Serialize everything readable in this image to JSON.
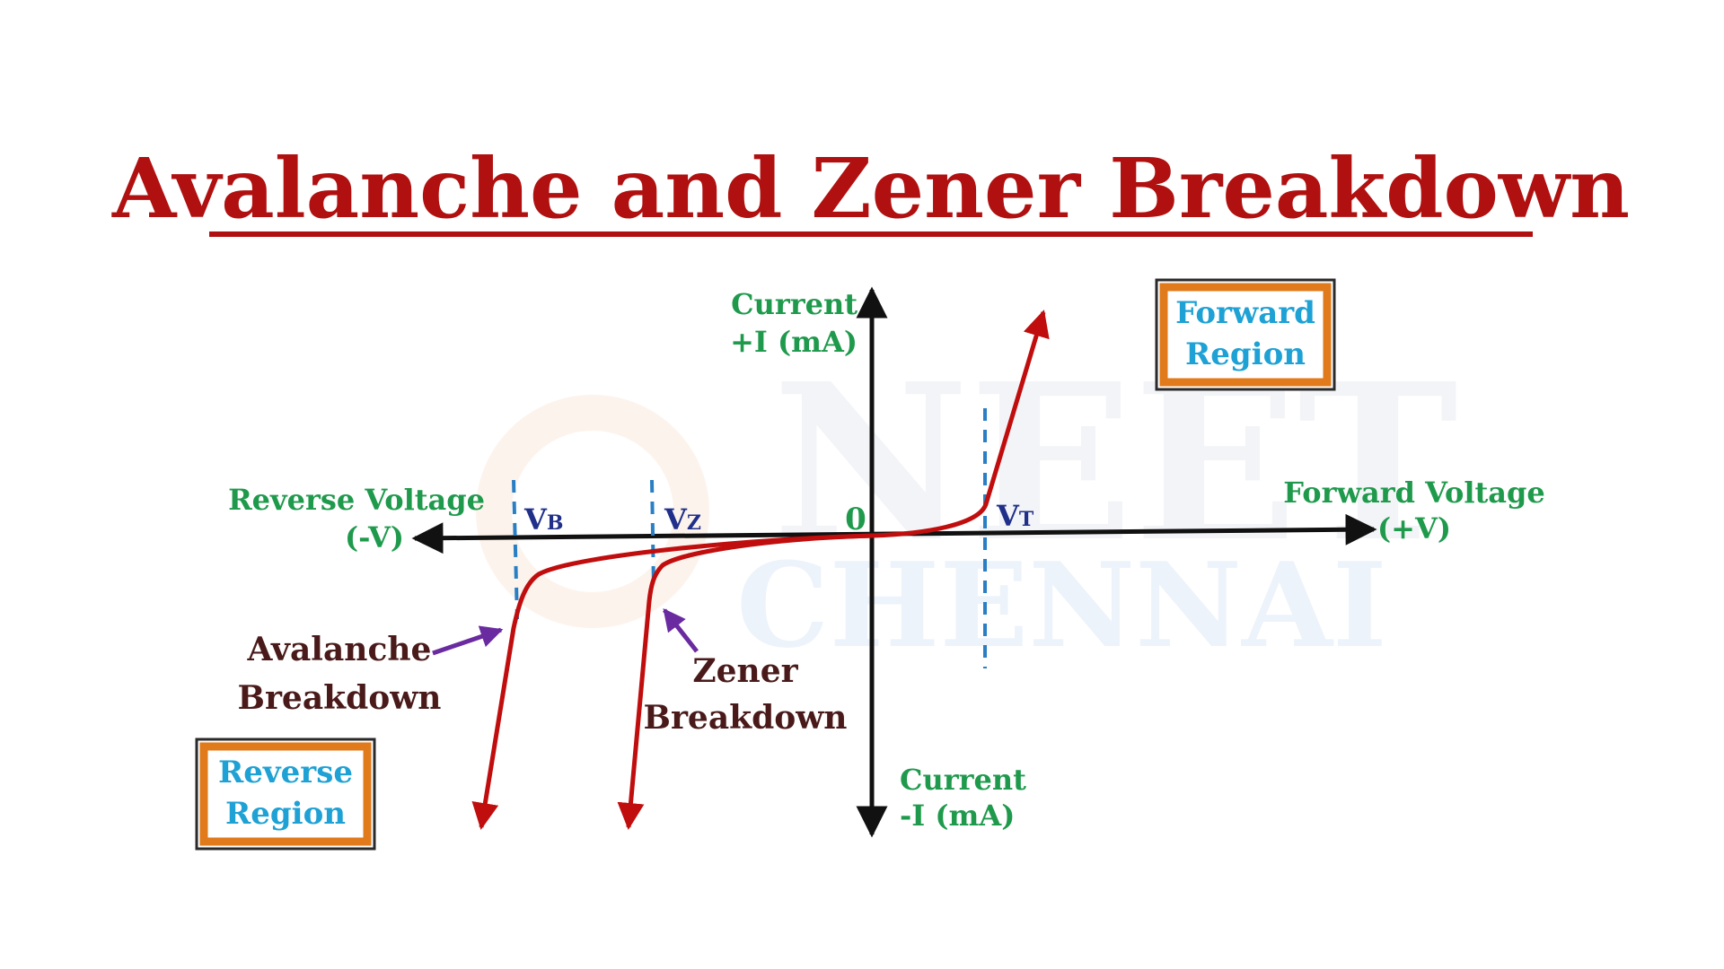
{
  "title": "Avalanche and Zener Breakdown",
  "watermark": {
    "line1": "NEET",
    "line2": "CHENNAI"
  },
  "axes": {
    "y_positive": {
      "line1": "Current",
      "line2": "+I (mA)"
    },
    "y_negative": {
      "line1": "Current",
      "line2": "-I (mA)"
    },
    "x_positive": {
      "line1": "Forward Voltage",
      "line2": "(+V)"
    },
    "x_negative": {
      "line1": "Reverse Voltage",
      "line2": "(-V)"
    },
    "origin": "0"
  },
  "markers": {
    "vb": {
      "main": "V",
      "sub": "B"
    },
    "vz": {
      "main": "V",
      "sub": "Z"
    },
    "vt": {
      "main": "V",
      "sub": "T"
    }
  },
  "annotations": {
    "avalanche": {
      "line1": "Avalanche",
      "line2": "Breakdown"
    },
    "zener": {
      "line1": "Zener",
      "line2": "Breakdown"
    }
  },
  "regions": {
    "forward": {
      "line1": "Forward",
      "line2": "Region"
    },
    "reverse": {
      "line1": "Reverse",
      "line2": "Region"
    }
  },
  "colors": {
    "title": "#b01010",
    "curve": "#c00d0d",
    "axis": "#111111",
    "axis_label": "#1f9a4c",
    "marker_label": "#1f2f8a",
    "dashed": "#2a7fc4",
    "annotation_text": "#4a1a1a",
    "annotation_arrow": "#6a2aa0",
    "region_border": "#e07a1a",
    "region_text": "#1ea1d4",
    "watermark": "#e9eef7"
  }
}
